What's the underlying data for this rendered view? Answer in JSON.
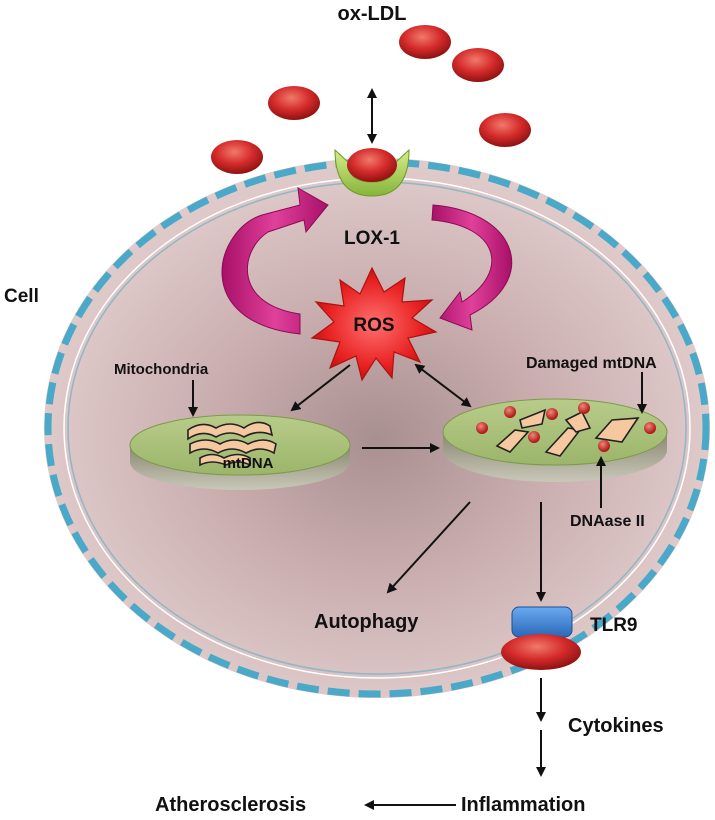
{
  "labels": {
    "ox_ldl": "ox-LDL",
    "lox1": "LOX-1",
    "cell": "Cell",
    "ros": "ROS",
    "mitochondria": "Mitochondria",
    "mtdna": "mtDNA",
    "damaged_mtdna": "Damaged mtDNA",
    "dnaase": "DNAase II",
    "autophagy": "Autophagy",
    "tlr9": "TLR9",
    "cytokines": "Cytokines",
    "inflammation": "Inflammation",
    "atherosclerosis": "Atherosclerosis"
  },
  "colors": {
    "membrane": "#4aa8c8",
    "cytoplasm": "#d4b8b8",
    "particle": "#d42a2a",
    "receptor": "#9ac840",
    "cycle_arrow": "#c0187a",
    "ros_burst": "#e82020",
    "mitochondrion": "#a8bf78",
    "mtdna": "#f5c8a0",
    "tlr9_top": "#3a7fd0",
    "tlr9_bottom": "#d42a2a"
  }
}
